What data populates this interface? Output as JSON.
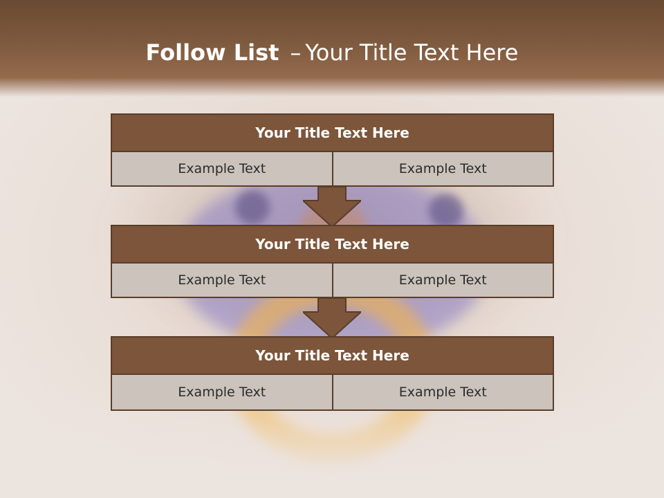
{
  "title": {
    "bold": "Follow List",
    "dash": "–",
    "rest": "Your Title Text Here"
  },
  "blocks": [
    {
      "heading": "Your Title Text Here",
      "cells": [
        "Example Text",
        "Example Text"
      ]
    },
    {
      "heading": "Your Title Text Here",
      "cells": [
        "Example Text",
        "Example Text"
      ]
    },
    {
      "heading": "Your Title Text Here",
      "cells": [
        "Example Text",
        "Example Text"
      ]
    }
  ],
  "colors": {
    "header": "#7c553a",
    "cell": "#cbc3bc",
    "border": "#5a3d29",
    "arrow": "#7c553a"
  }
}
